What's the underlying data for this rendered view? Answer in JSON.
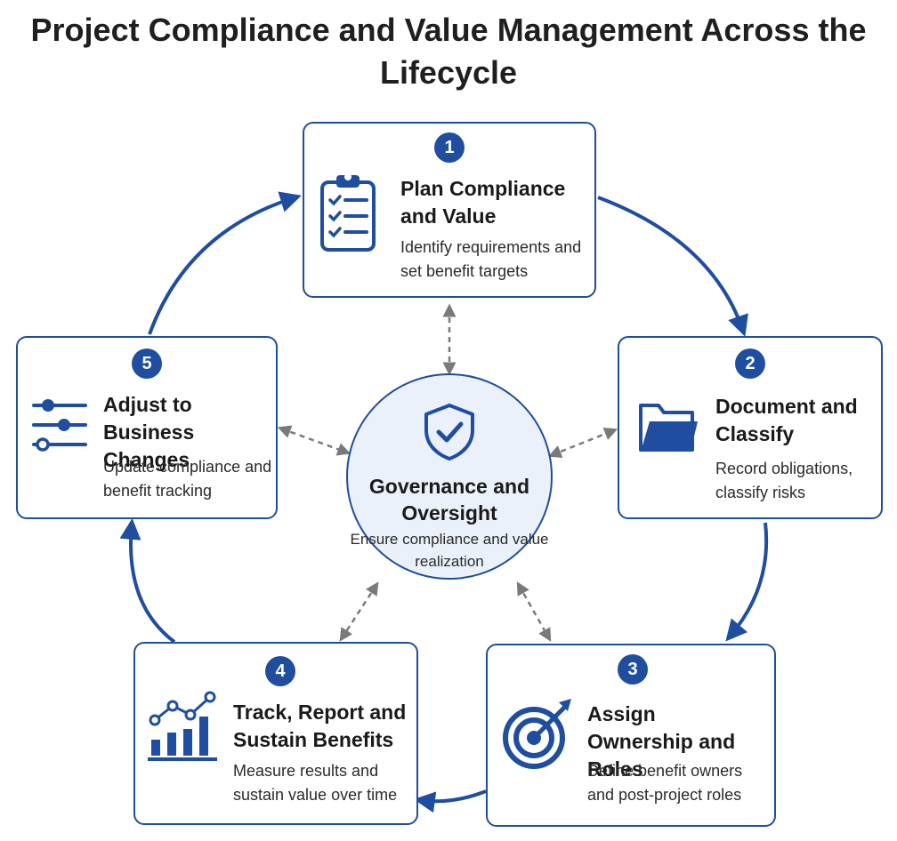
{
  "title": "Project Compliance and Value Management Across the Lifecycle",
  "colors": {
    "accent": "#1f4ea0",
    "border": "#1f4e9c",
    "hub_fill": "#eaf1fb",
    "dashed": "#7a7a7a"
  },
  "center": {
    "icon": "shield-check-icon",
    "title": "Governance and Oversight",
    "description": "Ensure compliance and value realization"
  },
  "steps": [
    {
      "number": "1",
      "icon": "clipboard-checklist-icon",
      "title": "Plan Compliance and Value",
      "description": "Identify requirements and set benefit targets"
    },
    {
      "number": "2",
      "icon": "folder-icon",
      "title": "Document and Classify",
      "description": "Record obligations, classify risks"
    },
    {
      "number": "3",
      "icon": "target-arrow-icon",
      "title": "Assign Ownership and Roles",
      "description": "Define benefit owners and post-project roles"
    },
    {
      "number": "4",
      "icon": "bar-chart-trend-icon",
      "title": "Track, Report and Sustain Benefits",
      "description": "Measure results and sustain value over time"
    },
    {
      "number": "5",
      "icon": "sliders-icon",
      "title": "Adjust to Business Changes",
      "description": "Update compliance and benefit tracking"
    }
  ]
}
